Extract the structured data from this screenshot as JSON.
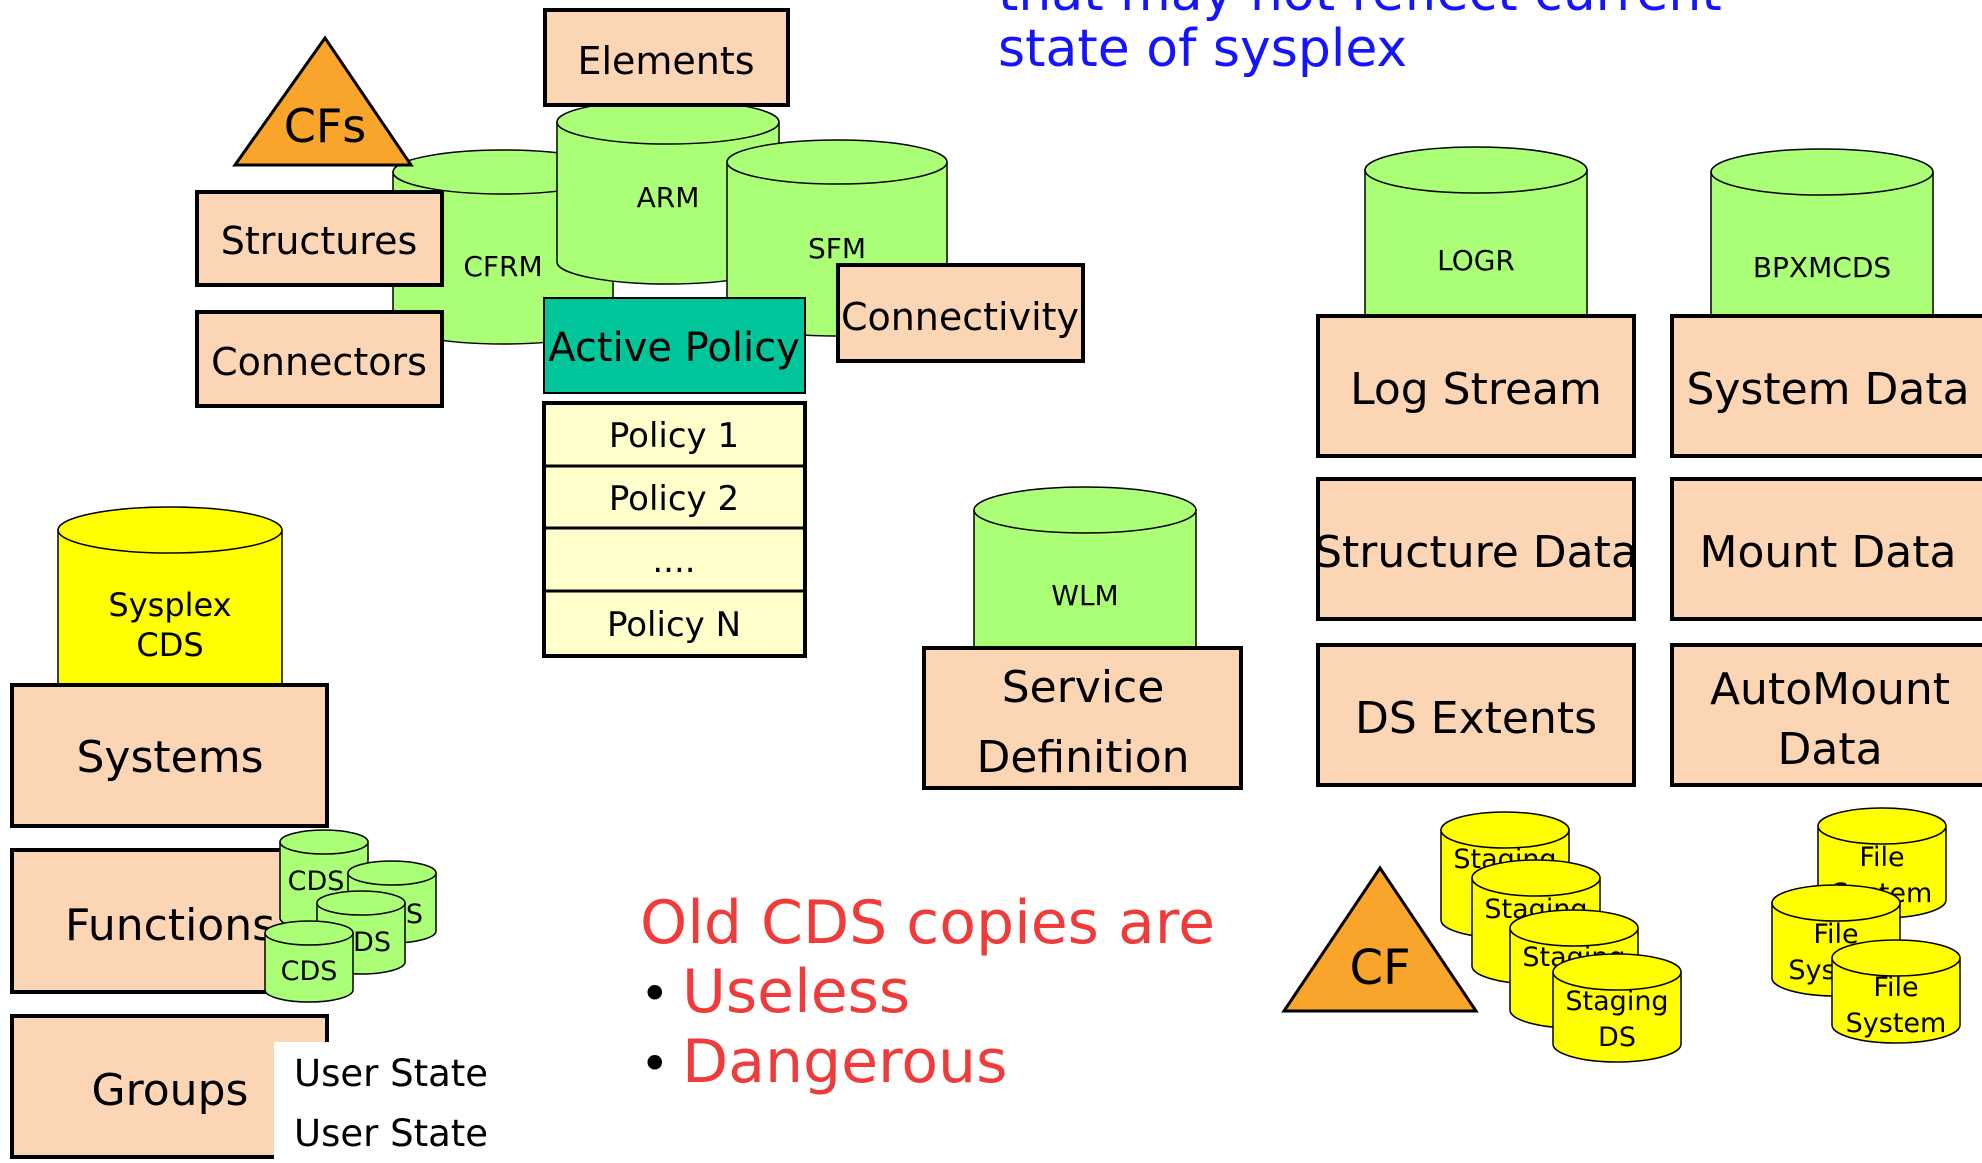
{
  "colors": {
    "tan": "#fcd5b5",
    "green": "#aaff77",
    "yellow": "#ffff00",
    "pale_yellow": "#ffffcc",
    "orange": "#f9a42a",
    "teal": "#00c49a",
    "blue_text": "#1414ff",
    "red_text": "#f03b3b"
  },
  "header_note": {
    "line1": "that may not reflect current",
    "line2": "state of sysplex"
  },
  "cfrm_group": {
    "cfs_label": "CFs",
    "elements_label": "Elements",
    "arm_label": "ARM",
    "cfrm_label": "CFRM",
    "sfm_label": "SFM",
    "structures_label": "Structures",
    "connectors_label": "Connectors",
    "connectivity_label": "Connectivity",
    "active_policy_label": "Active Policy",
    "policies": [
      "Policy 1",
      "Policy 2",
      "....",
      "Policy N"
    ]
  },
  "sysplex_group": {
    "cds_label_line1": "Sysplex",
    "cds_label_line2": "CDS",
    "systems_label": "Systems",
    "functions_label": "Functions",
    "groups_label": "Groups",
    "mini_cds_labels": [
      "CDS",
      "DS",
      "DS",
      "CDS"
    ],
    "user_state_lines": [
      "User State",
      "User State"
    ]
  },
  "wlm_group": {
    "wlm_label": "WLM",
    "service_line1": "Service",
    "service_line2": "Definition"
  },
  "logr_group": {
    "logr_label": "LOGR",
    "log_stream_label": "Log Stream",
    "structure_data_label": "Structure Data",
    "ds_extents_label": "DS Extents",
    "cf_label": "CF",
    "staging_labels": [
      "Staging",
      "Staging",
      "Staging"
    ],
    "staging_last_line1": "Staging",
    "staging_last_line2": "DS"
  },
  "bpx_group": {
    "bpx_label": "BPXMCDS",
    "system_data_label": "System Data",
    "mount_data_label": "Mount Data",
    "automount_line1": "AutoMount",
    "automount_line2": "Data",
    "fs_back_line1": "File",
    "fs_back_line2": "System",
    "fs_mid_line1": "File",
    "fs_mid_line2": "Sys",
    "fs_front_line1": "File",
    "fs_front_line2": "System"
  },
  "warning": {
    "heading": "Old CDS copies are",
    "bullet": "•",
    "items": [
      "Useless",
      "Dangerous"
    ]
  }
}
